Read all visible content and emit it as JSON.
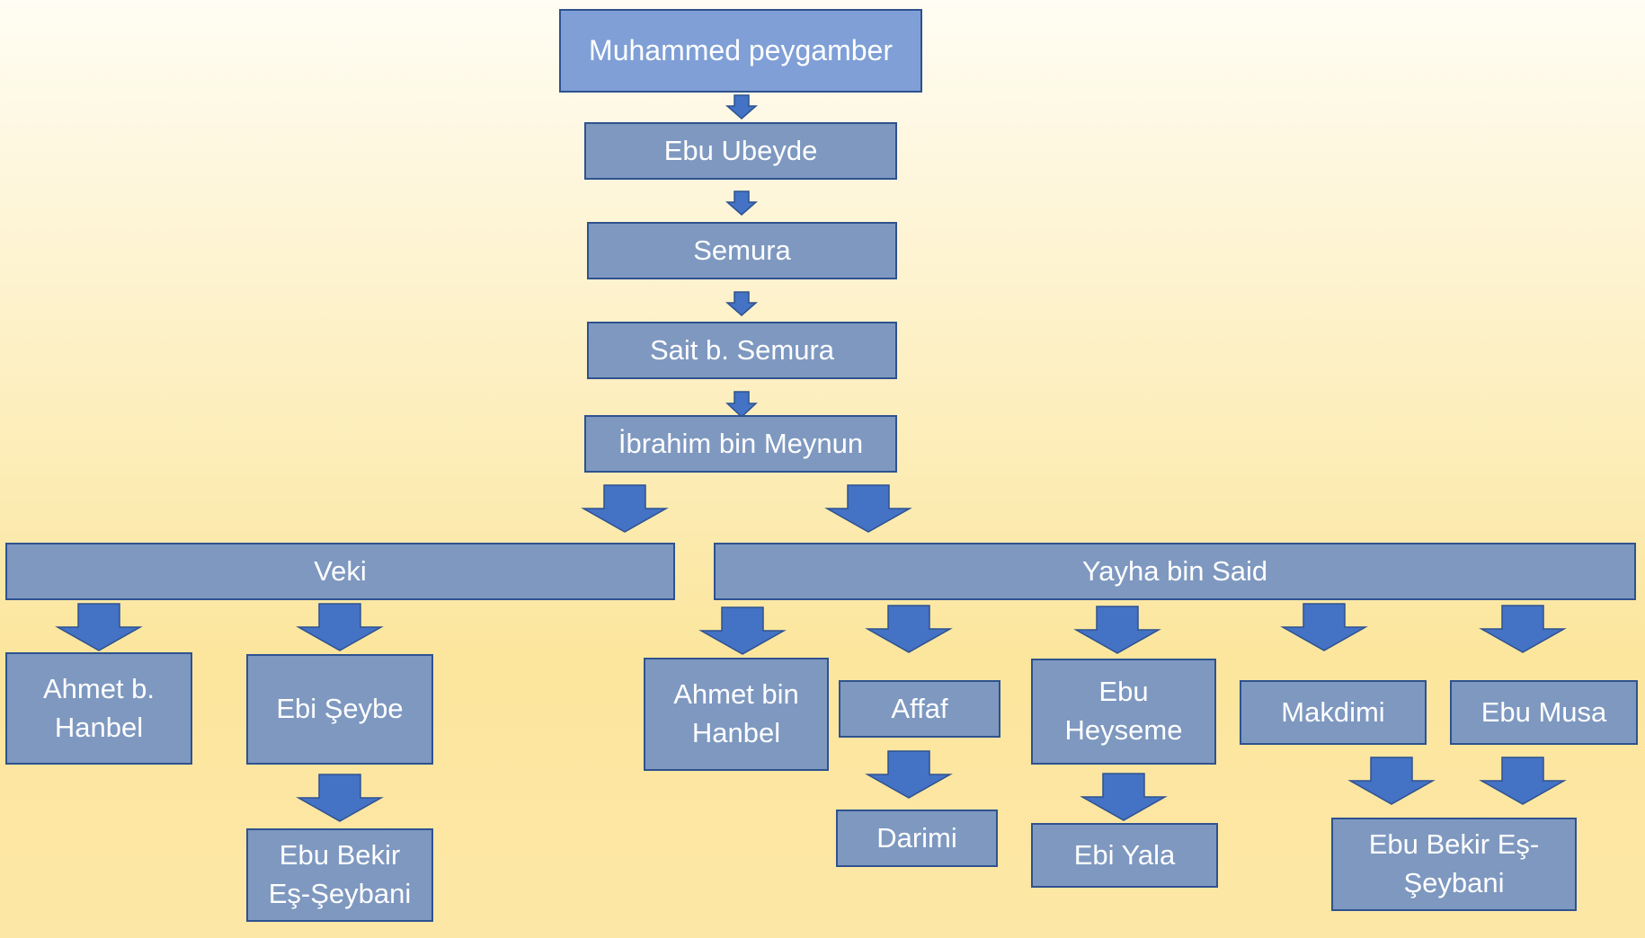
{
  "diagram": {
    "type": "tree-chart",
    "colors": {
      "box_fill": "#7e98c0",
      "top_box_fill": "#7f9fd6",
      "box_border": "#2f528f",
      "arrow_fill": "#4472c4",
      "text": "#ffffff"
    },
    "nodes": {
      "muhammed": "Muhammed peygamber",
      "ebu_ubeyde": "Ebu Ubeyde",
      "semura": "Semura",
      "sait": "Sait b. Semura",
      "ibrahim": "İbrahim bin Meynun",
      "veki": "Veki",
      "yayha": "Yayha bin Said",
      "ahmet_hanbel_1": "Ahmet b. Hanbel",
      "ebi_seybe": "Ebi Şeybe",
      "ebu_bekir_1": "Ebu Bekir Eş-Şeybani",
      "ahmet_hanbel_2": "Ahmet bin Hanbel",
      "affaf": "Affaf",
      "darimi": "Darimi",
      "ebu_heyseme": "Ebu Heyseme",
      "ebi_yala": "Ebi Yala",
      "makdimi": "Makdimi",
      "ebu_musa": "Ebu Musa",
      "ebu_bekir_2": "Ebu Bekir Eş-Şeybani"
    },
    "edges": [
      [
        "muhammed",
        "ebu_ubeyde"
      ],
      [
        "ebu_ubeyde",
        "semura"
      ],
      [
        "semura",
        "sait"
      ],
      [
        "sait",
        "ibrahim"
      ],
      [
        "ibrahim",
        "veki"
      ],
      [
        "ibrahim",
        "yayha"
      ],
      [
        "veki",
        "ahmet_hanbel_1"
      ],
      [
        "veki",
        "ebi_seybe"
      ],
      [
        "ebi_seybe",
        "ebu_bekir_1"
      ],
      [
        "yayha",
        "ahmet_hanbel_2"
      ],
      [
        "yayha",
        "affaf"
      ],
      [
        "affaf",
        "darimi"
      ],
      [
        "yayha",
        "ebu_heyseme"
      ],
      [
        "ebu_heyseme",
        "ebi_yala"
      ],
      [
        "yayha",
        "makdimi"
      ],
      [
        "yayha",
        "ebu_musa"
      ],
      [
        "makdimi",
        "ebu_bekir_2"
      ],
      [
        "ebu_musa",
        "ebu_bekir_2"
      ]
    ]
  }
}
